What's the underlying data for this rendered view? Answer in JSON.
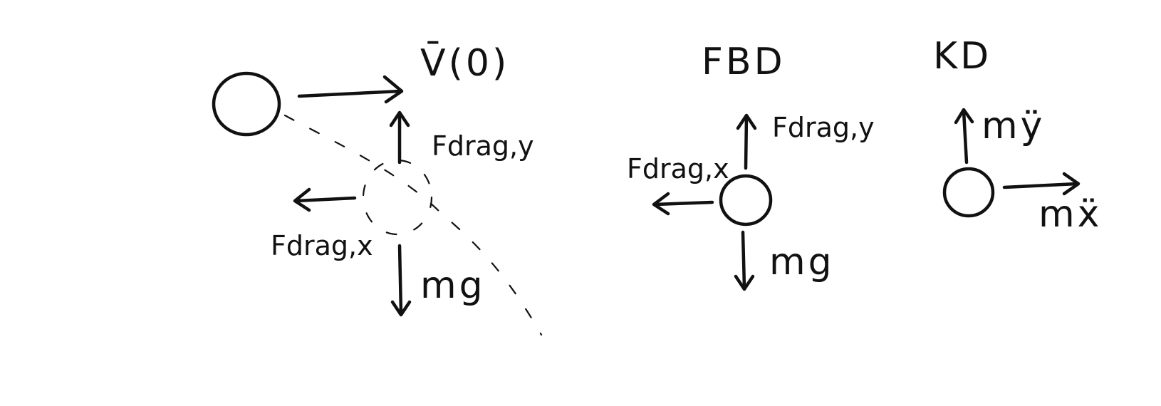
{
  "scene": {
    "velocity_label": "V̄(0)",
    "drag_y_label": "Fdrag,y",
    "drag_x_label": "Fdrag,x",
    "weight_label": "mg"
  },
  "fbd": {
    "title": "FBD",
    "drag_y_label": "Fdrag,y",
    "drag_x_label": "Fdrag,x",
    "weight_label": "mg"
  },
  "kd": {
    "title": "KD",
    "y_label": "mÿ",
    "x_label": "mẍ"
  }
}
